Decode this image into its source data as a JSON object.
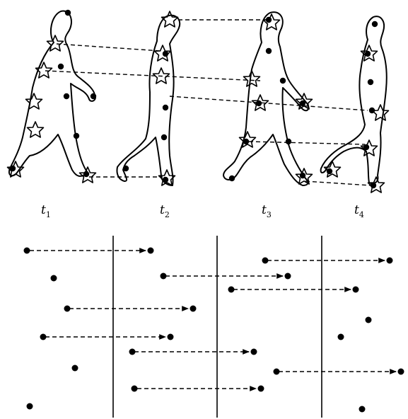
{
  "time_labels": [
    {
      "base": "t",
      "sub": "1"
    },
    {
      "base": "t",
      "sub": "2"
    },
    {
      "base": "t",
      "sub": "3"
    },
    {
      "base": "t",
      "sub": "4"
    }
  ],
  "colors": {
    "ink": "#000000",
    "background": "#ffffff"
  }
}
